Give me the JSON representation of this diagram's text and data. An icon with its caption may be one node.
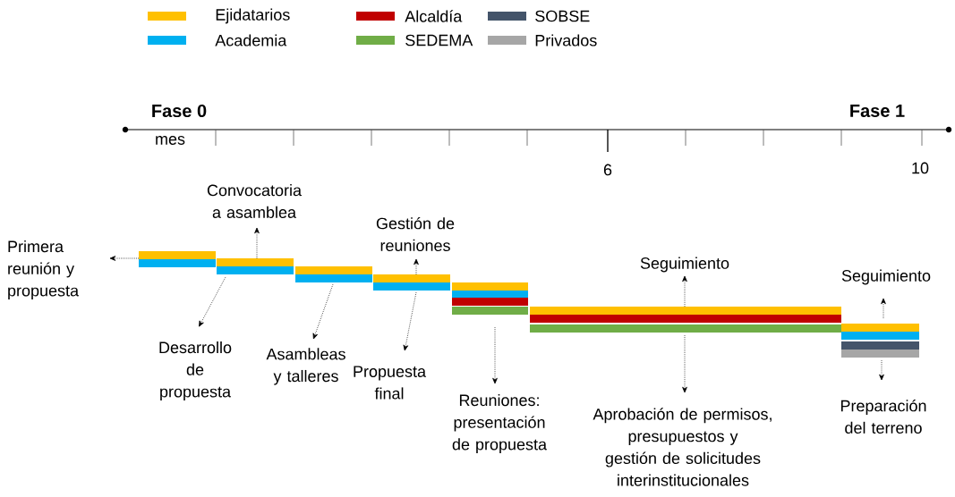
{
  "diagram": {
    "nodes": [
      {
        "text": [],
        "shape": "bar"
      },
      {
        "text": [],
        "shape": "bar"
      },
      {
        "text": [],
        "shape": "bar"
      },
      {
        "text": [],
        "shape": "bar"
      },
      {
        "text": [],
        "shape": "bar"
      },
      {
        "text": [],
        "shape": "bar"
      },
      {
        "text": [],
        "shape": "bar"
      },
      {
        "text": [
          "Primera reunión y propuesta"
        ]
      },
      {
        "text": [
          "Convocatoria a asamblea"
        ]
      },
      {
        "text": [
          "Desarrollo de propuesta"
        ]
      },
      {
        "text": [
          "Asambleas y talleres"
        ]
      },
      {
        "text": [
          "Gestión de reuniones"
        ]
      },
      {
        "text": [
          "Propuesta final"
        ]
      },
      {
        "text": [
          "Reuniones: presentación de propuesta"
        ]
      },
      {
        "text": [
          "Seguimiento"
        ]
      },
      {
        "text": [
          "Aprobación de permisos, presupuestos y gestión de solicitudes interinstitucionales"
        ]
      },
      {
        "text": [
          "Seguimiento"
        ]
      },
      {
        "text": [
          "Preparación del terreno"
        ]
      }
    ],
    "edges": [
      {
        "from": 0,
        "to": 7,
        "arrow": "to",
        "style": "dashed"
      },
      {
        "from": 1,
        "to": 8,
        "arrow": "to",
        "style": "dashed"
      },
      {
        "from": 1,
        "to": 9,
        "arrow": "to",
        "style": "dashed"
      },
      {
        "from": 2,
        "to": 10,
        "arrow": "to",
        "style": "dashed"
      },
      {
        "from": 3,
        "to": 11,
        "arrow": "to",
        "style": "dashed"
      },
      {
        "from": 3,
        "to": 12,
        "arrow": "to",
        "style": "dashed"
      },
      {
        "from": 4,
        "to": 13,
        "arrow": "to",
        "style": "dashed"
      },
      {
        "from": 5,
        "to": 14,
        "arrow": "to",
        "style": "dashed"
      },
      {
        "from": 5,
        "to": 15,
        "arrow": "to",
        "style": "dashed"
      },
      {
        "from": 6,
        "to": 16,
        "arrow": "to",
        "style": "dashed"
      },
      {
        "from": 6,
        "to": 17,
        "arrow": "to",
        "style": "dashed"
      }
    ],
    "labels": [
      "Fase 0",
      "Fase 1",
      "mes",
      "6",
      "10"
    ],
    "legend": [
      {
        "text": "Ejidatarios",
        "color": "#ffc000"
      },
      {
        "text": "Academia",
        "color": "#00b0f0"
      },
      {
        "text": "Alcaldía",
        "color": "#c00000"
      },
      {
        "text": "SEDEMA",
        "color": "#70ad47"
      },
      {
        "text": "SOBSE",
        "color": "#44546a"
      },
      {
        "text": "Privados",
        "color": "#a6a6a6"
      }
    ]
  }
}
